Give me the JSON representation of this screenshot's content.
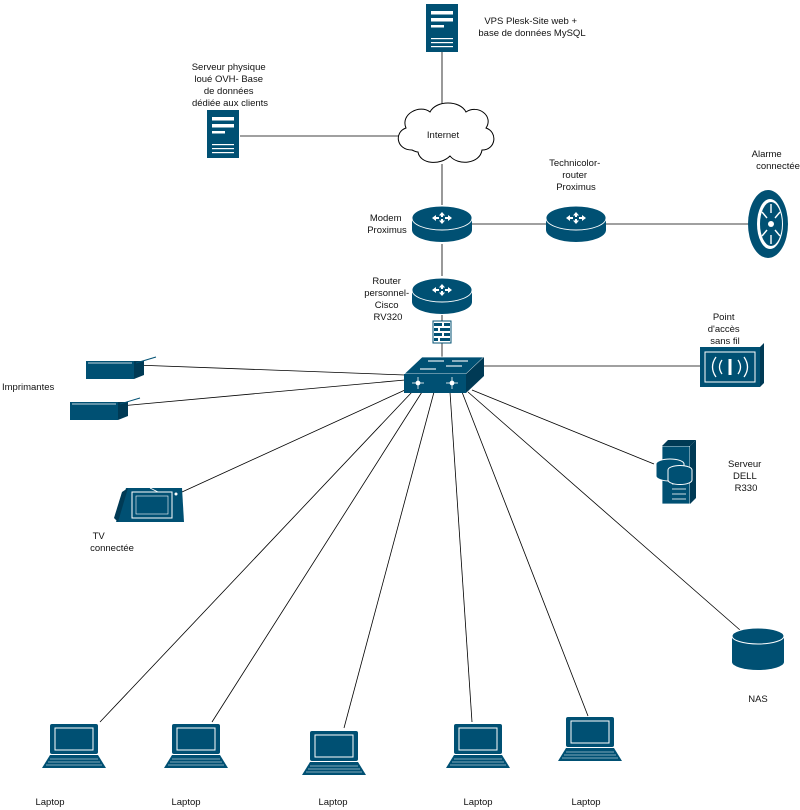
{
  "colors": {
    "device_fill": "#005073",
    "device_dark": "#003a55",
    "line": "#000000",
    "background": "#ffffff"
  },
  "labels": {
    "vps": [
      "VPS Plesk-Site web +",
      "base de données MySQL"
    ],
    "ovh": [
      "Serveur physique",
      "loué OVH- Base",
      "de données",
      "dédiée aux clients"
    ],
    "internet": "Internet",
    "technicolor": [
      "Technicolor-",
      "router",
      "Proximus"
    ],
    "alarme": [
      "Alarme",
      "connectée"
    ],
    "modem": [
      "Modem",
      "Proximus"
    ],
    "router": [
      "Router",
      "personnel-",
      "Cisco",
      "RV320"
    ],
    "ap": [
      "Point",
      "d'accès",
      "sans fil"
    ],
    "imprimantes": "Imprimantes",
    "dell": [
      "Serveur",
      "DELL",
      "R330"
    ],
    "tv": [
      "TV",
      "connectée"
    ],
    "nas": "NAS",
    "laptops": [
      "Laptop",
      "Laptop",
      "Laptop",
      "Laptop",
      "Laptop"
    ]
  },
  "icons": {
    "vps": "server-tower-icon",
    "ovh": "server-tower-icon",
    "internet": "cloud-icon",
    "modem": "router-icon",
    "technicolor": "router-icon",
    "router": "router-icon",
    "firewall": "firewall-icon",
    "switch": "switch-icon",
    "alarm": "alarm-sensor-icon",
    "ap": "wireless-access-point-icon",
    "printer": "printer-icon",
    "tv": "tablet-tv-icon",
    "dell": "database-server-icon",
    "nas": "storage-icon",
    "laptop": "laptop-icon"
  }
}
